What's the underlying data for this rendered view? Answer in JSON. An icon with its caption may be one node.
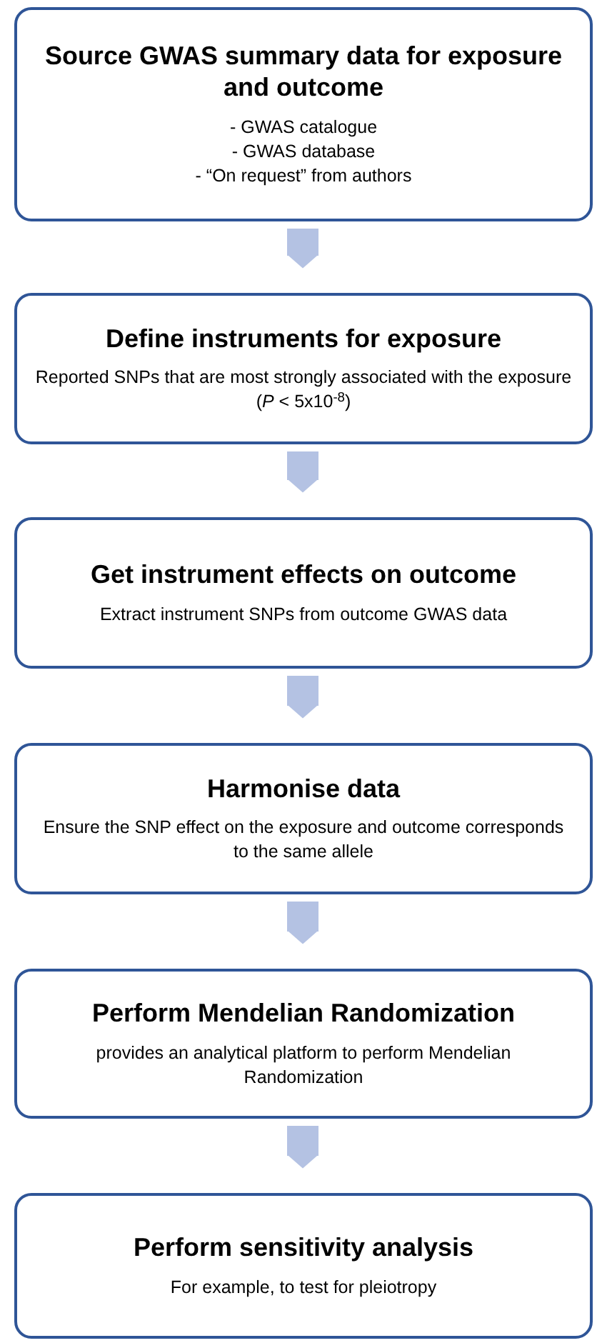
{
  "diagram": {
    "nodes": [
      {
        "text": [
          "Source GWAS summary data for exposure and outcome",
          "- GWAS catalogue",
          "- GWAS database",
          "- “On request” from authors"
        ]
      },
      {
        "text": [
          "Define instruments for exposure",
          "Reported SNPs that are most strongly associated with the exposure (*P* < 5x10$^{-8}$)"
        ]
      },
      {
        "text": [
          "Get instrument effects on outcome",
          "Extract instrument SNPs from outcome GWAS data"
        ]
      },
      {
        "text": [
          "Harmonise data",
          "Ensure the SNP effect on the exposure and outcome corresponds to the same allele"
        ]
      },
      {
        "text": [
          "Perform Mendelian Randomization",
          "provides an analytical platform to perform Mendelian Randomization"
        ]
      },
      {
        "text": [
          "Perform sensitivity analysis",
          "For example, to test for pleiotropy"
        ]
      }
    ],
    "edges": [
      {
        "from": 0,
        "to": 1,
        "arrow": "to"
      },
      {
        "from": 1,
        "to": 2,
        "arrow": "to"
      },
      {
        "from": 2,
        "to": 3,
        "arrow": "to"
      },
      {
        "from": 3,
        "to": 4,
        "arrow": "to"
      },
      {
        "from": 4,
        "to": 5,
        "arrow": "to"
      }
    ]
  }
}
